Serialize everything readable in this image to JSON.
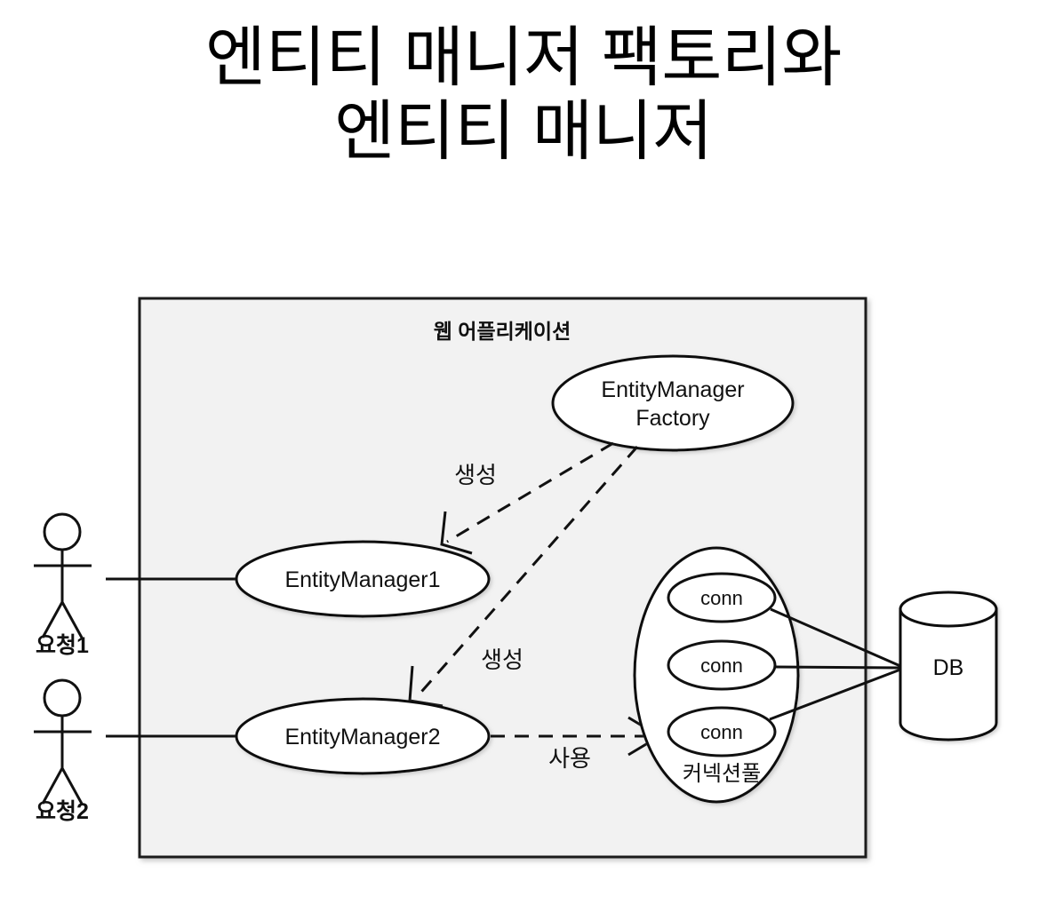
{
  "slide": {
    "title": "엔티티 매니저 팩토리와\n엔티티 매니저"
  },
  "diagram": {
    "container": {
      "label": "웹 어플리케이션",
      "fill": "#f2f2f2",
      "stroke": "#1a1a1a"
    },
    "actors": [
      {
        "label": "요청1"
      },
      {
        "label": "요청2"
      }
    ],
    "nodes": {
      "factory_line1": "EntityManager",
      "factory_line2": "Factory",
      "entity_manager_1": "EntityManager1",
      "entity_manager_2": "EntityManager2",
      "database": "DB"
    },
    "pool": {
      "label": "커넥션풀",
      "connections": [
        "conn",
        "conn",
        "conn"
      ]
    },
    "edges": [
      {
        "label": "생성",
        "style": "dashed",
        "from": "EntityManagerFactory",
        "to": "EntityManager1"
      },
      {
        "label": "생성",
        "style": "dashed",
        "from": "EntityManagerFactory",
        "to": "EntityManager2"
      },
      {
        "label": "사용",
        "style": "dashed",
        "from": "EntityManager2",
        "to": "커넥션풀"
      }
    ],
    "colors": {
      "stroke": "#111111",
      "node_fill": "#ffffff",
      "background": "#ffffff"
    }
  }
}
